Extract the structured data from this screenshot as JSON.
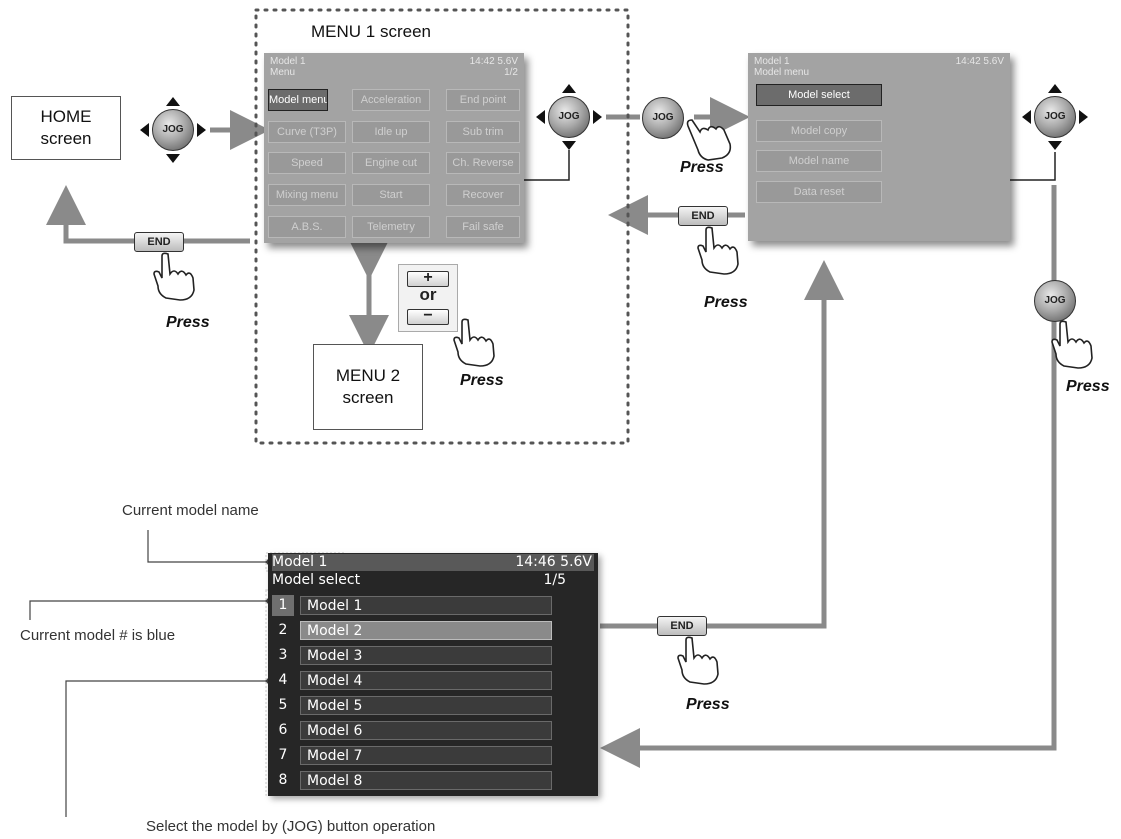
{
  "home_box": {
    "line1": "HOME",
    "line2": "screen"
  },
  "menu2_box": {
    "line1": "MENU 2",
    "line2": "screen"
  },
  "menu1_title": "MENU 1 screen",
  "jog_label": "JOG",
  "end_label": "END",
  "press_label": "Press",
  "plus_symbol": "+",
  "or_label": "or",
  "minus_symbol": "−",
  "menu1_screen": {
    "model": "Model 1",
    "title": "Menu",
    "time": "14:42 5.6V",
    "page": "1/2",
    "cells": [
      "Model menu",
      "Acceleration",
      "End point",
      "Curve (T3P)",
      "Idle up",
      "Sub trim",
      "Speed",
      "Engine cut",
      "Ch. Reverse",
      "Mixing menu",
      "Start",
      "Recover",
      "A.B.S.",
      "Telemetry",
      "Fail safe"
    ]
  },
  "model_menu_screen": {
    "model": "Model 1",
    "title": "Model menu",
    "time": "14:42 5.6V",
    "items": [
      "Model select",
      "Model copy",
      "Model name",
      "Data reset"
    ]
  },
  "model_select_screen": {
    "model": "Model 1",
    "time": "14:46 5.6V",
    "title": "Model select",
    "page": "1/5",
    "rows": [
      {
        "num": "1",
        "name": "Model 1"
      },
      {
        "num": "2",
        "name": "Model 2"
      },
      {
        "num": "3",
        "name": "Model 3"
      },
      {
        "num": "4",
        "name": "Model 4"
      },
      {
        "num": "5",
        "name": "Model 5"
      },
      {
        "num": "6",
        "name": "Model 6"
      },
      {
        "num": "7",
        "name": "Model 7"
      },
      {
        "num": "8",
        "name": "Model 8"
      }
    ]
  },
  "callouts": {
    "current_model_name": "Current model name",
    "current_model_blue": "Current model # is blue",
    "select_model": "Select the model by (JOG) button operation"
  }
}
